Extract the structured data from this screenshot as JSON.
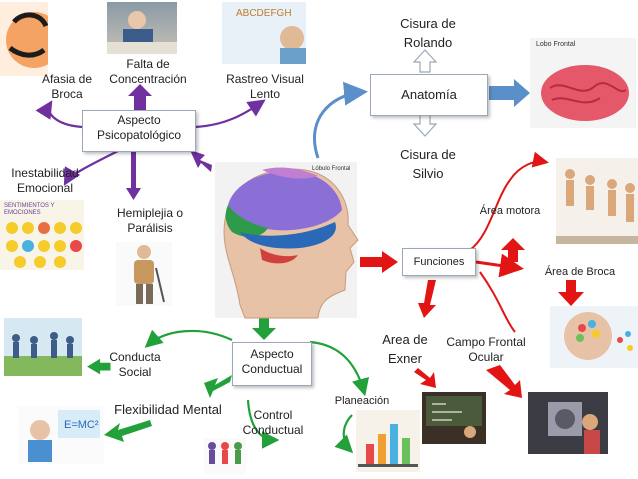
{
  "nodes": {
    "aspecto_psicopatologico": "Aspecto\nPsicopatológico",
    "anatomia": "Anatomía",
    "funciones": "Funciones",
    "aspecto_conductual": "Aspecto\nConductual"
  },
  "labels": {
    "afasia_de_broca": "Afasia de\nBroca",
    "falta_de_concentracion": "Falta de\nConcentración",
    "rastreo_visual_lento": "Rastreo Visual\nLento",
    "inestabilidad_emocional": "Inestabilidad\nEmocional",
    "hemiplejia_o_paralisis": "Hemiplejia o\nParálisis",
    "cisura_de_rolando": "Cisura de\nRolando",
    "cisura_de_silvio": "Cisura de\nSilvio",
    "area_motora": "Área motora",
    "area_de_broca": "Área de Broca",
    "area_de_exner": "Area de\nExner",
    "campo_frontal_ocular": "Campo Frontal\nOcular",
    "conducta_social": "Conducta\nSocial",
    "flexibilidad_mental": "Flexibilidad Mental",
    "control_conductual": "Control\nConductual",
    "planeacion": "Planeación"
  },
  "image_text": {
    "lobulo_frontal": "Lóbulo Frontal",
    "lobo_frontal": "Lobo Frontal",
    "sentimientos_emociones": "SENTIMIENTOS Y\nEMOCIONES",
    "abc_board": "ABCDEFGH"
  },
  "colors": {
    "purple": "#7030a0",
    "blue": "#5b8fc9",
    "red": "#e31414",
    "green": "#22a03a"
  }
}
